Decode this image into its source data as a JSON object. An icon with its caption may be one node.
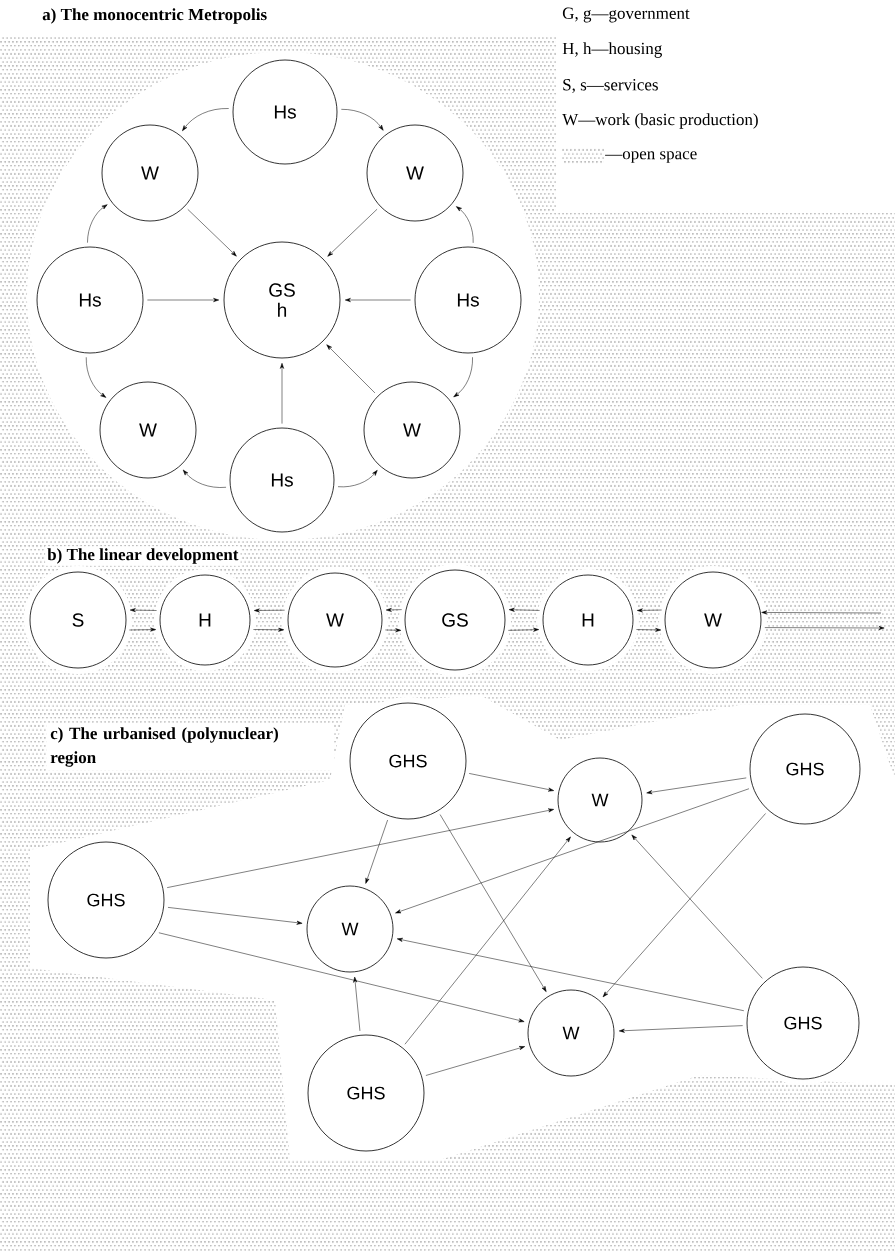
{
  "diagram": {
    "nodes": [
      {
        "text": [
          "Hs"
        ]
      },
      {
        "text": [
          "W"
        ]
      },
      {
        "text": [
          "W"
        ]
      },
      {
        "text": [
          "Hs"
        ]
      },
      {
        "text": [
          "GS h"
        ]
      },
      {
        "text": [
          "Hs"
        ]
      },
      {
        "text": [
          "W"
        ]
      },
      {
        "text": [
          "W"
        ]
      },
      {
        "text": [
          "Hs"
        ]
      },
      {
        "text": [
          "S"
        ]
      },
      {
        "text": [
          "H"
        ]
      },
      {
        "text": [
          "W"
        ]
      },
      {
        "text": [
          "GS"
        ]
      },
      {
        "text": [
          "H"
        ]
      },
      {
        "text": [
          "W"
        ]
      },
      {
        "text": [
          "GHS"
        ]
      },
      {
        "text": [
          "W"
        ]
      },
      {
        "text": [
          "GHS"
        ]
      },
      {
        "text": [
          "GHS"
        ]
      },
      {
        "text": [
          "W"
        ]
      },
      {
        "text": [
          "W"
        ]
      },
      {
        "text": [
          "GHS"
        ]
      },
      {
        "text": [
          "GHS"
        ]
      }
    ],
    "edges": [
      {
        "from": 0,
        "to": 1,
        "arrow": "to"
      },
      {
        "from": 0,
        "to": 2,
        "arrow": "to"
      },
      {
        "from": 1,
        "to": 4,
        "arrow": "to"
      },
      {
        "from": 2,
        "to": 4,
        "arrow": "to"
      },
      {
        "from": 3,
        "to": 1,
        "arrow": "to"
      },
      {
        "from": 5,
        "to": 2,
        "arrow": "to"
      },
      {
        "from": 3,
        "to": 4,
        "arrow": "to"
      },
      {
        "from": 5,
        "to": 4,
        "arrow": "to"
      },
      {
        "from": 3,
        "to": 6,
        "arrow": "to"
      },
      {
        "from": 5,
        "to": 7,
        "arrow": "to"
      },
      {
        "from": 8,
        "to": 4,
        "arrow": "to"
      },
      {
        "from": 7,
        "to": 4,
        "arrow": "to"
      },
      {
        "from": 8,
        "to": 6,
        "arrow": "to"
      },
      {
        "from": 8,
        "to": 7,
        "arrow": "to"
      },
      {
        "from": 10,
        "to": 9,
        "arrow": "to"
      },
      {
        "from": 9,
        "to": 10,
        "arrow": "to"
      },
      {
        "from": 11,
        "to": 10,
        "arrow": "to"
      },
      {
        "from": 10,
        "to": 11,
        "arrow": "to"
      },
      {
        "from": 12,
        "to": 11,
        "arrow": "to"
      },
      {
        "from": 11,
        "to": 12,
        "arrow": "to"
      },
      {
        "from": 13,
        "to": 12,
        "arrow": "to"
      },
      {
        "from": 12,
        "to": 13,
        "arrow": "to"
      },
      {
        "from": 14,
        "to": 13,
        "arrow": "to"
      },
      {
        "from": 13,
        "to": 14,
        "arrow": "to"
      },
      {
        "from": null,
        "to": 14,
        "arrow": "to"
      },
      {
        "from": 14,
        "to": null,
        "arrow": "to"
      },
      {
        "from": 15,
        "to": 16,
        "arrow": "to"
      },
      {
        "from": 15,
        "to": 19,
        "arrow": "to"
      },
      {
        "from": 15,
        "to": 20,
        "arrow": "to"
      },
      {
        "from": 17,
        "to": 16,
        "arrow": "to"
      },
      {
        "from": 17,
        "to": 19,
        "arrow": "to"
      },
      {
        "from": 17,
        "to": 20,
        "arrow": "to"
      },
      {
        "from": 18,
        "to": 16,
        "arrow": "to"
      },
      {
        "from": 18,
        "to": 19,
        "arrow": "to"
      },
      {
        "from": 18,
        "to": 20,
        "arrow": "to"
      },
      {
        "from": 21,
        "to": 16,
        "arrow": "to"
      },
      {
        "from": 21,
        "to": 19,
        "arrow": "to"
      },
      {
        "from": 21,
        "to": 20,
        "arrow": "to"
      },
      {
        "from": 22,
        "to": 19,
        "arrow": "to"
      },
      {
        "from": 22,
        "to": 16,
        "arrow": "to"
      },
      {
        "from": 22,
        "to": 20,
        "arrow": "to"
      }
    ],
    "labels": [
      "a) The monocentric Metropolis",
      "b) The linear development",
      "c) The urbanised (polynuclear) region"
    ],
    "legend": [
      {
        "text": "G, g—government"
      },
      {
        "text": "H, h—housing"
      },
      {
        "text": "S, s—services"
      },
      {
        "text": "W—work (basic production)"
      },
      {
        "text": "—open space"
      }
    ]
  }
}
